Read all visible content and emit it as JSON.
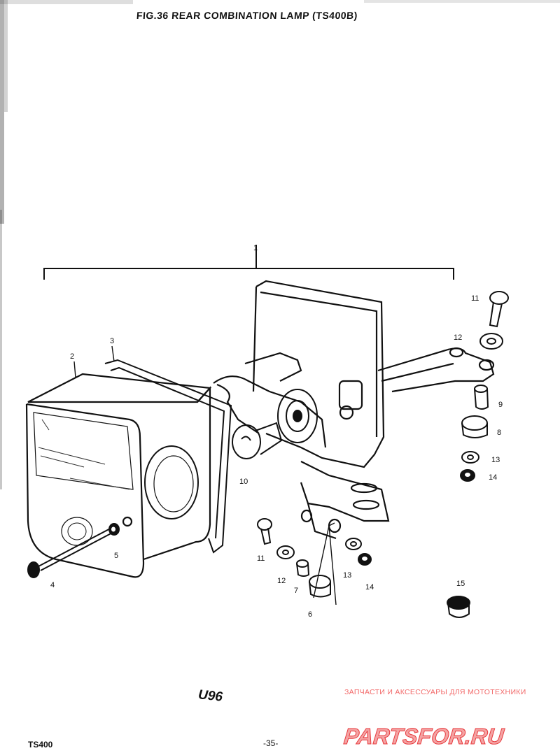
{
  "diagram": {
    "title": "FIG.36 REAR COMBINATION LAMP (TS400B)",
    "model": "TS400",
    "page_number": "-35-",
    "drawing_code": "U96",
    "part_callouts": [
      {
        "id": "c1",
        "label": "1"
      },
      {
        "id": "c2",
        "label": "2"
      },
      {
        "id": "c3",
        "label": "3"
      },
      {
        "id": "c4",
        "label": "4"
      },
      {
        "id": "c5",
        "label": "5"
      },
      {
        "id": "c6",
        "label": "6"
      },
      {
        "id": "c7",
        "label": "7"
      },
      {
        "id": "c8",
        "label": "8"
      },
      {
        "id": "c9",
        "label": "9"
      },
      {
        "id": "c10",
        "label": "10"
      },
      {
        "id": "c11a",
        "label": "11"
      },
      {
        "id": "c11b",
        "label": "11"
      },
      {
        "id": "c12a",
        "label": "12"
      },
      {
        "id": "c12b",
        "label": "12"
      },
      {
        "id": "c13a",
        "label": "13"
      },
      {
        "id": "c13b",
        "label": "13"
      },
      {
        "id": "c14a",
        "label": "14"
      },
      {
        "id": "c14b",
        "label": "14"
      },
      {
        "id": "c15",
        "label": "15"
      }
    ]
  },
  "watermark": {
    "tagline": "ЗАПЧАСТИ И АКСЕССУАРЫ ДЛЯ МОТОТЕХНИКИ",
    "brand": "PARTSFOR.RU",
    "color": "#e8393d"
  }
}
